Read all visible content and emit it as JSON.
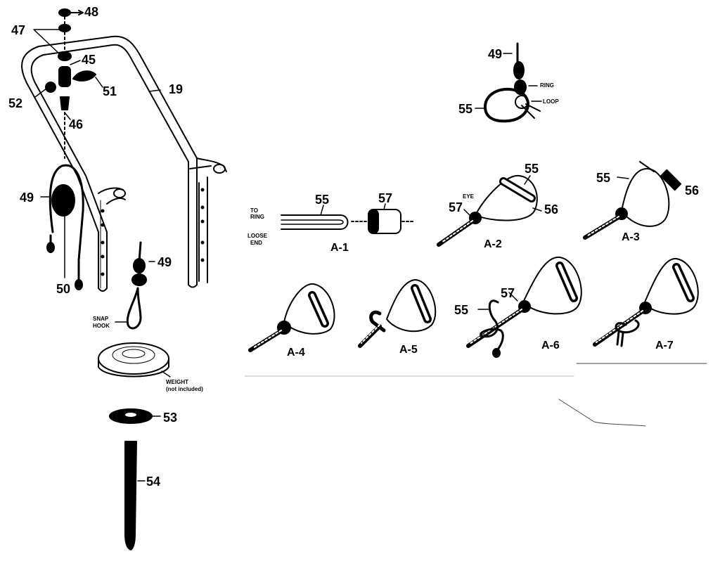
{
  "callouts": {
    "p48": "48",
    "p47": "47",
    "p45": "45",
    "p51": "51",
    "p52": "52",
    "p46": "46",
    "p19": "19",
    "p49_left": "49",
    "p50": "50",
    "p49_mid": "49",
    "p53": "53",
    "p54": "54",
    "p49_top": "49",
    "p55_top": "55",
    "p55_a1": "55",
    "p57_a1": "57",
    "p55_a2": "55",
    "p57_a2": "57",
    "p56_a2": "56",
    "p55_a3": "55",
    "p56_a3": "56",
    "p55_a6": "55",
    "p57_a6": "57"
  },
  "small_text": {
    "ring": "RING",
    "loop": "LOOP",
    "to_ring_1": "TO",
    "to_ring_2": "RING",
    "loose_end_1": "LOOSE",
    "loose_end_2": "END",
    "eye": "EYE",
    "snap_hook_1": "SNAP",
    "snap_hook_2": "HOOK",
    "weight_1": "WEIGHT",
    "weight_2": "(not included)"
  },
  "steps": {
    "a1": "A-1",
    "a2": "A-2",
    "a3": "A-3",
    "a4": "A-4",
    "a5": "A-5",
    "a6": "A-6",
    "a7": "A-7"
  },
  "colors": {
    "ink": "#000000",
    "paper": "#ffffff"
  }
}
